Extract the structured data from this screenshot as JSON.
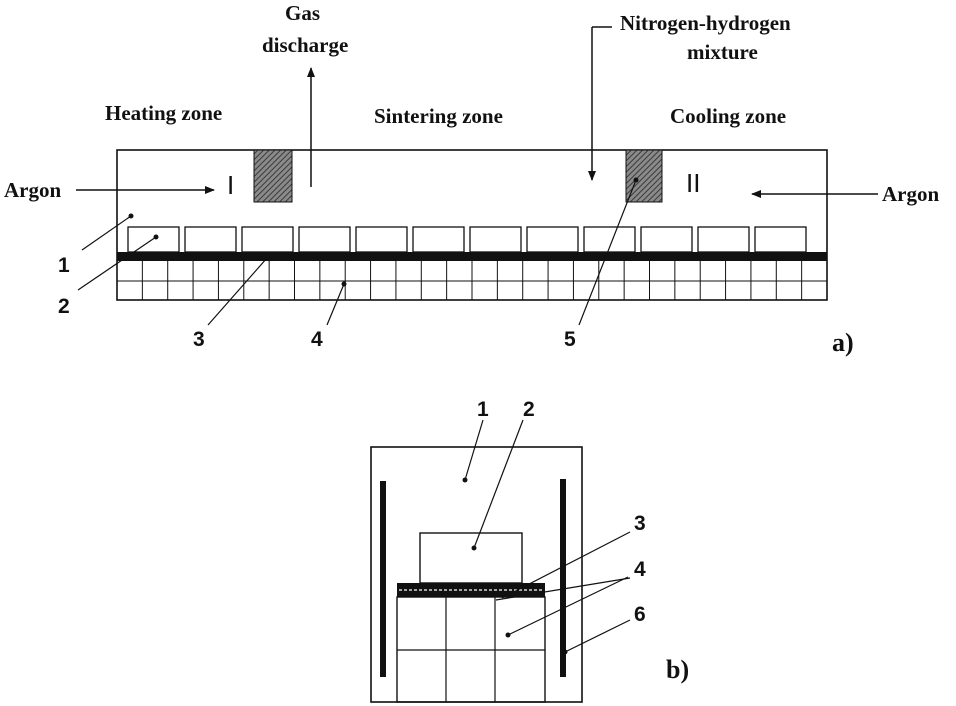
{
  "diagram_a": {
    "labels": {
      "gas_discharge_line1": "Gas",
      "gas_discharge_line2": "discharge",
      "nitrogen_line1": "Nitrogen-hydrogen",
      "nitrogen_line2": "mixture",
      "heating_zone": "Heating zone",
      "sintering_zone": "Sintering zone",
      "cooling_zone": "Cooling zone",
      "argon_left": "Argon",
      "argon_right": "Argon",
      "roman_one": "I",
      "roman_two": "II",
      "n1": "1",
      "n2": "2",
      "n3": "3",
      "n4": "4",
      "n5": "5",
      "caption": "a)"
    }
  },
  "diagram_b": {
    "labels": {
      "n1": "1",
      "n2": "2",
      "n3": "3",
      "n4": "4",
      "n6": "6",
      "caption": "b)"
    }
  },
  "colors": {
    "line": "#111111",
    "hatch": "#555555",
    "background": "#ffffff"
  }
}
